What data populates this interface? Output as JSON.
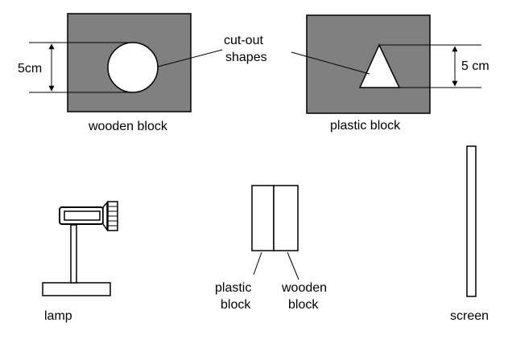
{
  "labels": {
    "wooden_dim": "5cm",
    "plastic_dim": "5 cm",
    "cutout_line1": "cut-out",
    "cutout_line2": "shapes",
    "wooden_block": "wooden block",
    "plastic_block": "plastic block",
    "lamp": "lamp",
    "stack_plastic_line1": "plastic",
    "stack_plastic_line2": "block",
    "stack_wooden_line1": "wooden",
    "stack_wooden_line2": "block",
    "screen": "screen"
  },
  "colors": {
    "block_fill": "#808080",
    "stroke": "#000000",
    "background": "#ffffff"
  }
}
